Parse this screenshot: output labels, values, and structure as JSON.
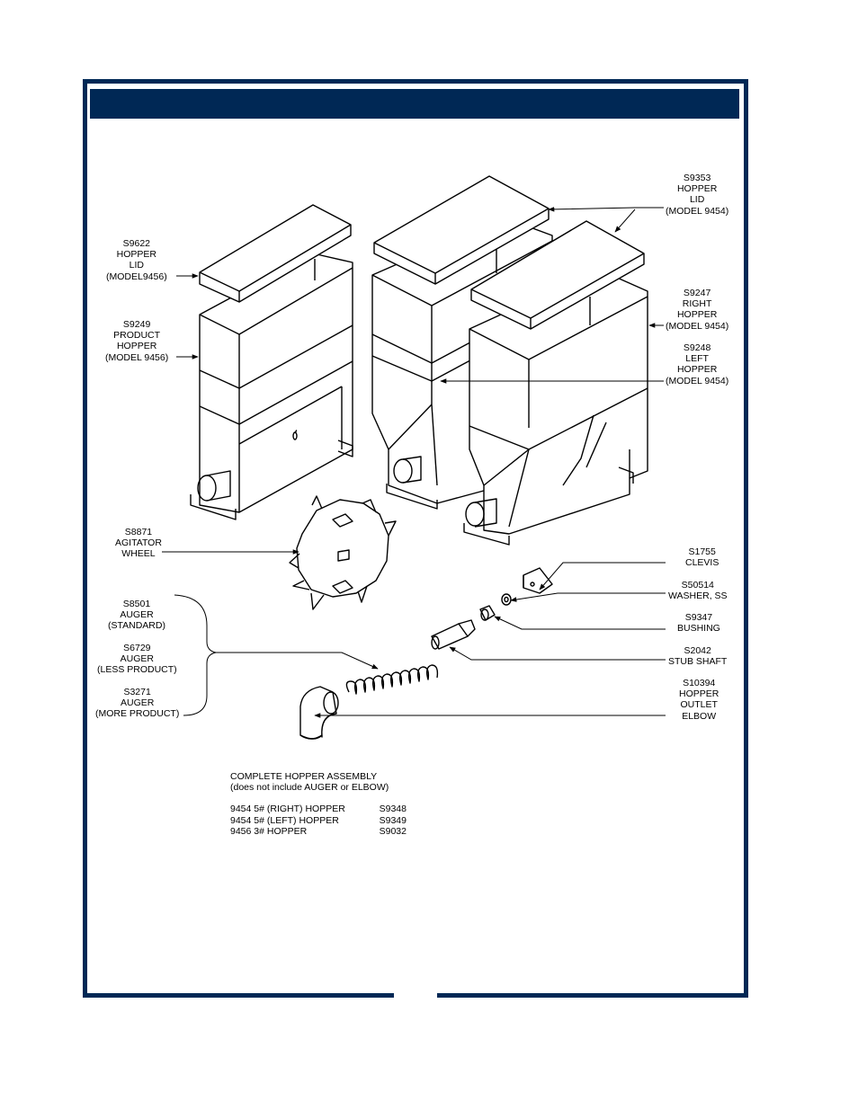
{
  "colors": {
    "frame": "#002855",
    "line": "#000000"
  },
  "callouts": {
    "hopper_lid_9456": [
      "S9622",
      "HOPPER",
      "LID",
      "(MODEL9456)"
    ],
    "product_hopper": [
      "S9249",
      "PRODUCT",
      "HOPPER",
      "(MODEL 9456)"
    ],
    "agitator_wheel": [
      "S8871",
      "AGITATOR",
      "WHEEL"
    ],
    "auger_standard": [
      "S8501",
      "AUGER",
      "(STANDARD)"
    ],
    "auger_less": [
      "S6729",
      "AUGER",
      "(LESS PRODUCT)"
    ],
    "auger_more": [
      "S3271",
      "AUGER",
      "(MORE PRODUCT)"
    ],
    "hopper_lid_9454": [
      "S9353",
      "HOPPER",
      "LID",
      "(MODEL 9454)"
    ],
    "right_hopper": [
      "S9247",
      "RIGHT",
      "HOPPER",
      "(MODEL 9454)"
    ],
    "left_hopper": [
      "S9248",
      "LEFT",
      "HOPPER",
      "(MODEL 9454)"
    ],
    "clevis": [
      "S1755",
      "CLEVIS"
    ],
    "washer": [
      "S50514",
      "WASHER, SS"
    ],
    "bushing": [
      "S9347",
      "BUSHING"
    ],
    "stub_shaft": [
      "S2042",
      "STUB SHAFT"
    ],
    "outlet_elbow": [
      "S10394",
      "HOPPER",
      "OUTLET",
      "ELBOW"
    ]
  },
  "assembly": {
    "title": "COMPLETE  HOPPER ASSEMBLY",
    "note": "(does not include AUGER or ELBOW)",
    "items": [
      {
        "name": "9454 5# (RIGHT) HOPPER",
        "part": "S9348"
      },
      {
        "name": "9454 5# (LEFT) HOPPER",
        "part": "S9349"
      },
      {
        "name": "9456 3# HOPPER",
        "part": "S9032"
      }
    ]
  }
}
